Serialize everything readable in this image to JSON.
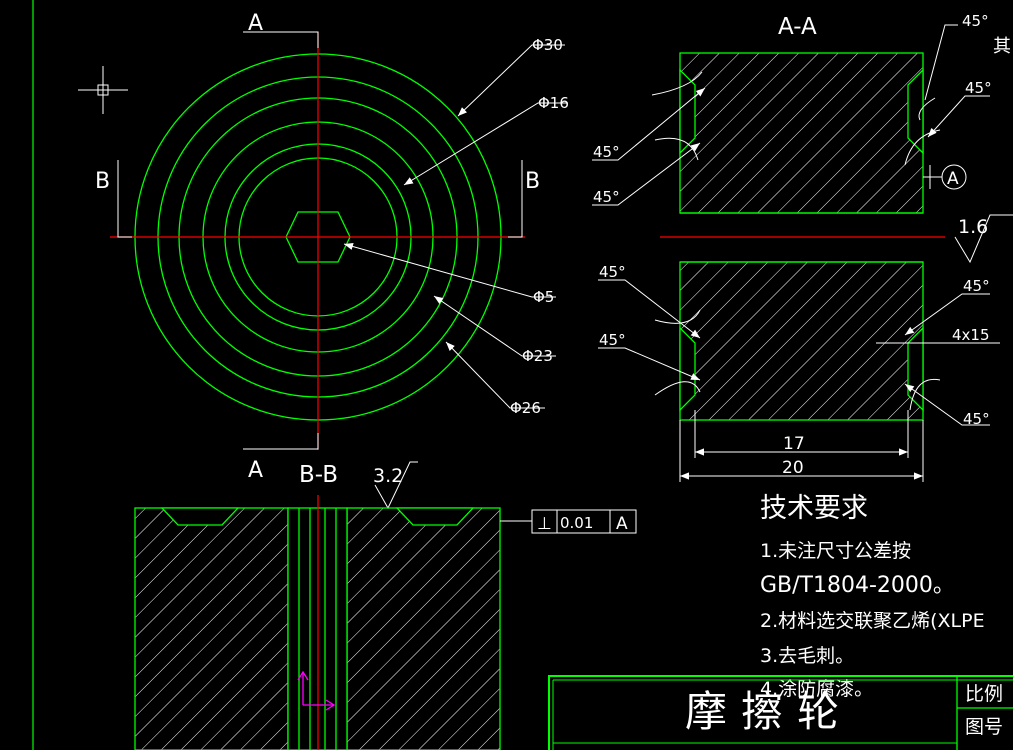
{
  "colors": {
    "background": "#000000",
    "geometry": "#00ff00",
    "centerline": "#ff0000",
    "dimension": "#ffffff",
    "ucs_icon": "#ff00ff"
  },
  "front_view": {
    "section_marks": {
      "a_top": "A",
      "a_bottom": "A",
      "b_left": "B",
      "b_right": "B"
    },
    "dimensions": {
      "d30": "Φ30",
      "d16": "Φ16",
      "d5": "Φ5",
      "d23": "Φ23",
      "d26": "Φ26"
    }
  },
  "section_aa": {
    "title": "A-A",
    "angles": {
      "top_right_outer": "45°",
      "top_right_inner": "45°",
      "top_left_1": "45°",
      "top_left_2": "45°",
      "bottom_left_1": "45°",
      "bottom_left_2": "45°",
      "bottom_right_top": "45°",
      "bottom_right_bottom": "45°"
    },
    "datum": "A",
    "roughness": "1.6",
    "groove": "4x15",
    "dim_17": "17",
    "dim_20": "20",
    "cutoff_text": "其"
  },
  "section_bb": {
    "title": "B-B",
    "roughness": "3.2",
    "tolerance": {
      "symbol": "⊥",
      "value": "0.01",
      "datum": "A"
    }
  },
  "tech_requirements": {
    "heading": "技术要求",
    "lines": [
      "1.未注尺寸公差按",
      "GB/T1804-2000。",
      "2.材料选交联聚乙烯(XLPE",
      "3.去毛刺。",
      "4.涂防腐漆。"
    ]
  },
  "title_block": {
    "part_name": "摩擦轮",
    "scale_label": "比例",
    "drawing_no_label": "图号"
  }
}
